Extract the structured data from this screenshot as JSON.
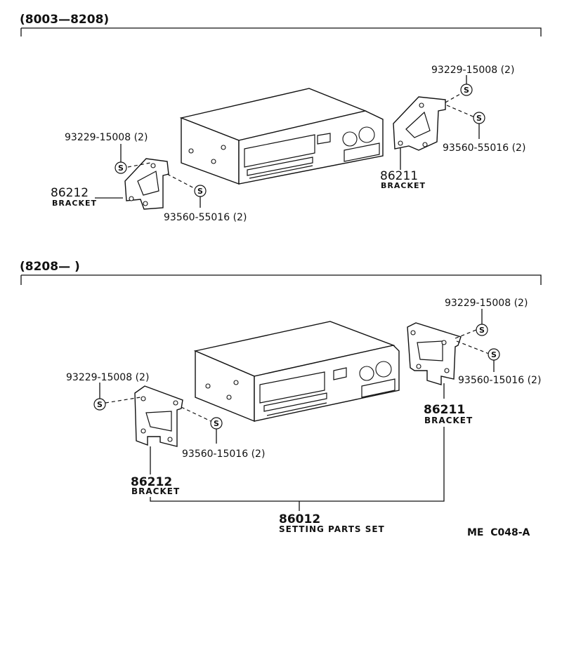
{
  "sections": [
    {
      "range_label": "(8003—8208)",
      "callouts": {
        "screw_a_left": "93229-15008 (2)",
        "screw_b_left": "93560-55016 (2)",
        "screw_a_right": "93229-15008 (2)",
        "screw_b_right": "93560-55016 (2)",
        "bracket_left_number": "86212",
        "bracket_left_name": "BRACKET",
        "bracket_right_number": "86211",
        "bracket_right_name": "BRACKET"
      }
    },
    {
      "range_label": "(8208—        )",
      "callouts": {
        "screw_a_left": "93229-15008 (2)",
        "screw_b_left": "93560-15016 (2)",
        "screw_a_right": "93229-15008 (2)",
        "screw_b_right": "93560-15016 (2)",
        "bracket_left_number": "86212",
        "bracket_left_name": "BRACKET",
        "bracket_right_number": "86211",
        "bracket_right_name": "BRACKET",
        "set_number": "86012",
        "set_name": "SETTING PARTS SET"
      }
    }
  ],
  "screw_symbol": "S",
  "diagram_code": "ME  C048-A"
}
